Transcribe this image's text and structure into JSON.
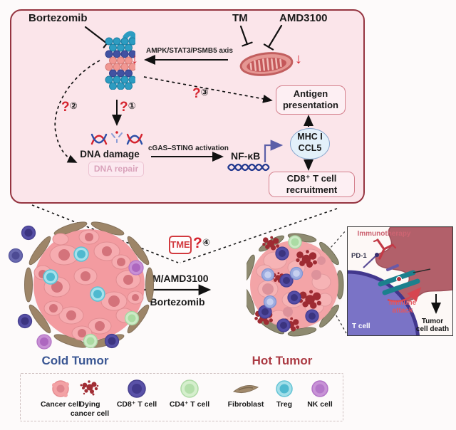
{
  "panel": {
    "bortezomib": "Bortezomib",
    "tm": "TM",
    "amd3100": "AMD3100",
    "axis_label": "AMPK/STAT3/PSMB5 axis",
    "down_arrow": "↓",
    "q_mark": "?",
    "q1_num": "①",
    "q2_num": "②",
    "q3_num": "③",
    "antigen_line1": "Antigen",
    "antigen_line2": "presentation",
    "dna_damage": "DNA damage",
    "dna_repair": "DNA repair",
    "cgas_label": "cGAS–STING activation",
    "nfkb": "NF-κB",
    "mhc": "MHC I",
    "ccl5": "CCL5",
    "cd8_line1": "CD8⁺ T cell",
    "cd8_line2": "recruitment"
  },
  "middle": {
    "tme": "TME",
    "q_mark": "?",
    "q4_num": "④",
    "treatment_top": "TM/AMD3100",
    "treatment_bottom": "Bortezomib"
  },
  "tumors": {
    "cold_label": "Cold Tumor",
    "hot_label": "Hot Tumor"
  },
  "inset": {
    "immunotherapy": "Immunotherapy",
    "pd1": "PD-1",
    "t_cell": "T cell",
    "immune_attack_line1": "Immune",
    "immune_attack_line2": "attack",
    "death_line1": "Tumor",
    "death_line2": "cell death"
  },
  "legend": {
    "items": [
      {
        "label1": "Cancer cell",
        "label2": ""
      },
      {
        "label1": "Dying",
        "label2": "cancer cell"
      },
      {
        "label1": "CD8⁺ T cell",
        "label2": ""
      },
      {
        "label1": "CD4⁺ T cell",
        "label2": ""
      },
      {
        "label1": "Fibroblast",
        "label2": ""
      },
      {
        "label1": "Treg",
        "label2": ""
      },
      {
        "label1": "NK cell",
        "label2": ""
      }
    ]
  },
  "colors": {
    "panel_bg": "#fbe5ea",
    "panel_border": "#953440",
    "accent_red": "#d5232e",
    "pink_box_border": "#d4808d",
    "pink_box_bg": "#fdeff3",
    "mhc_bg": "#e3f0fa",
    "mhc_border": "#88a6cd",
    "cold_label": "#3a5693",
    "hot_label": "#ab3a43",
    "tme_red": "#d23a3f",
    "nfkb_wave": "#23398f",
    "elbow_arrow": "#5c5fa8",
    "cd8_cell": "#5a52a8",
    "cd4_cell": "#d5efcd",
    "treg_cell": "#a3dfe9",
    "nk_cell": "#c893d6",
    "cancer_cell": "#f3a2a5",
    "dying_cell": "#a12d34",
    "fibroblast": "#a28a6c"
  }
}
